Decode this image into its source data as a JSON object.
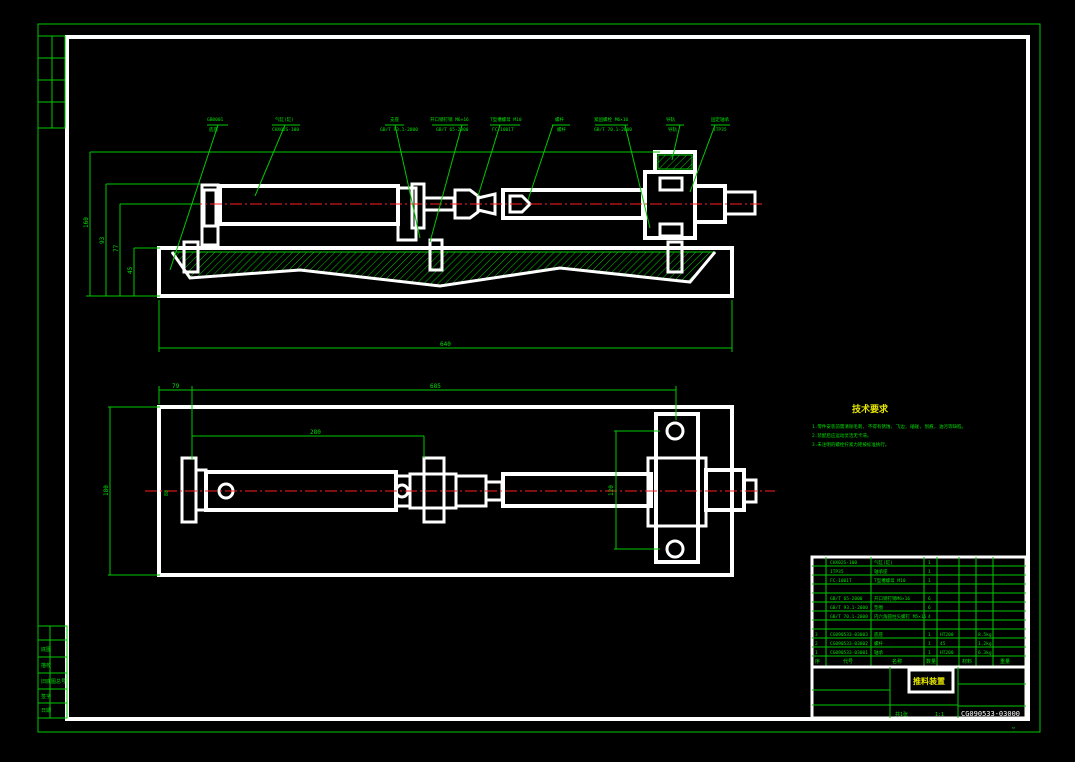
{
  "side_view": {
    "labels": [
      "GB0001",
      "气缸(缸)",
      "支座",
      "开口销钉销 M6×16",
      "T型槽螺母 M10",
      "螺杆",
      "紧固螺栓 M6×16",
      "导轨",
      "固定轴承"
    ],
    "label_codes": [
      "底座",
      "CHX02S-100",
      "GB/T 93.1-2000",
      "GB/T 65-2000",
      "FC-1001T",
      "螺杆",
      "GB/T 70.1-2000",
      "导轨",
      "1TP35"
    ],
    "dims": {
      "d1": "160",
      "d2": "93",
      "d3": "77",
      "d4": "45",
      "overall": "640"
    }
  },
  "top_view": {
    "dims": {
      "top_left": "79",
      "top_span": "685",
      "cyl": "280",
      "height": "180",
      "bore": "88",
      "bearing": "120"
    }
  },
  "tech_requirements": {
    "title": "技术要求",
    "lines": [
      "1.零件安装前需清除毛刺, 不得有锈蚀, 飞边, 磕碰, 划痕, 油污等缺陷。",
      "2.装配后应运动灵活无卡滞。",
      "3.未注明的螺栓拧紧力矩按标准执行。"
    ]
  },
  "bom": {
    "rows": [
      {
        "no": "",
        "code": "CHX02S-100",
        "name": "气缸(缸)",
        "qty": "1",
        "mat": "",
        "wt": ""
      },
      {
        "no": "",
        "code": "1TP35",
        "name": "轴承座",
        "qty": "1",
        "mat": "",
        "wt": ""
      },
      {
        "no": "",
        "code": "FC-1001T",
        "name": "T型槽螺母 M10",
        "qty": "1",
        "mat": "",
        "wt": ""
      },
      {
        "no": "",
        "code": "",
        "name": "",
        "qty": "",
        "mat": "",
        "wt": ""
      },
      {
        "no": "",
        "code": "GB/T 65-2000",
        "name": "开口销钉销M6×16",
        "qty": "6",
        "mat": "",
        "wt": ""
      },
      {
        "no": "",
        "code": "GB/T 93.1-2000",
        "name": "垫圈",
        "qty": "6",
        "mat": "",
        "wt": ""
      },
      {
        "no": "",
        "code": "GB/T 70.1-2000",
        "name": "内六角圆柱头螺钉 M5×16",
        "qty": "4",
        "mat": "",
        "wt": ""
      },
      {
        "no": "",
        "code": "",
        "name": "",
        "qty": "",
        "mat": "",
        "wt": ""
      },
      {
        "no": "3",
        "code": "CG090533-03003",
        "name": "底座",
        "qty": "1",
        "mat": "HT200",
        "wt": "8.5kg"
      },
      {
        "no": "2",
        "code": "CG090533-03002",
        "name": "螺杆",
        "qty": "1",
        "mat": "45",
        "wt": "1.2kg"
      },
      {
        "no": "1",
        "code": "CG090533-03001",
        "name": "轴承",
        "qty": "1",
        "mat": "HT200",
        "wt": "6.3kg"
      }
    ],
    "header": {
      "no": "序",
      "code": "代号",
      "name": "名称",
      "qty": "数量",
      "mat": "材料",
      "wt": "重量"
    }
  },
  "title_block": {
    "name": "推料装置",
    "code": "CG090533-03000",
    "sheet": "共1张",
    "ratio": "1:1"
  },
  "left_strip": {
    "items": [
      "底图",
      "描校",
      "旧底图总号",
      "签字",
      "日期"
    ]
  }
}
